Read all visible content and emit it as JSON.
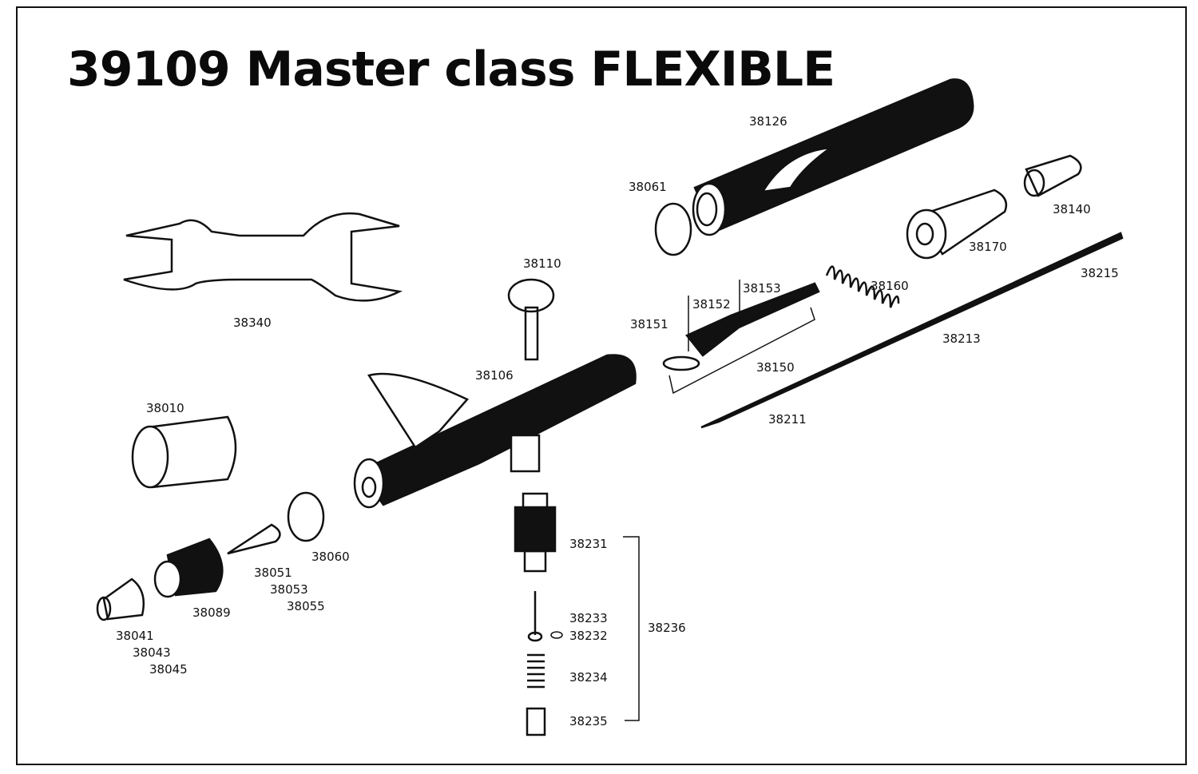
{
  "title": "39109 Master class FLEXIBLE",
  "parts": {
    "p38126": "38126",
    "p38061": "38061",
    "p38140": "38140",
    "p38110": "38110",
    "p38170": "38170",
    "p38160": "38160",
    "p38215": "38215",
    "p38153": "38153",
    "p38152": "38152",
    "p38151": "38151",
    "p38340": "38340",
    "p38213": "38213",
    "p38106": "38106",
    "p38150": "38150",
    "p38010": "38010",
    "p38211": "38211",
    "p38060": "38060",
    "p38051": "38051",
    "p38053": "38053",
    "p38055": "38055",
    "p38231": "38231",
    "p38089": "38089",
    "p38041": "38041",
    "p38043": "38043",
    "p38045": "38045",
    "p38233": "38233",
    "p38232": "38232",
    "p38236": "38236",
    "p38234": "38234",
    "p38235": "38235"
  }
}
